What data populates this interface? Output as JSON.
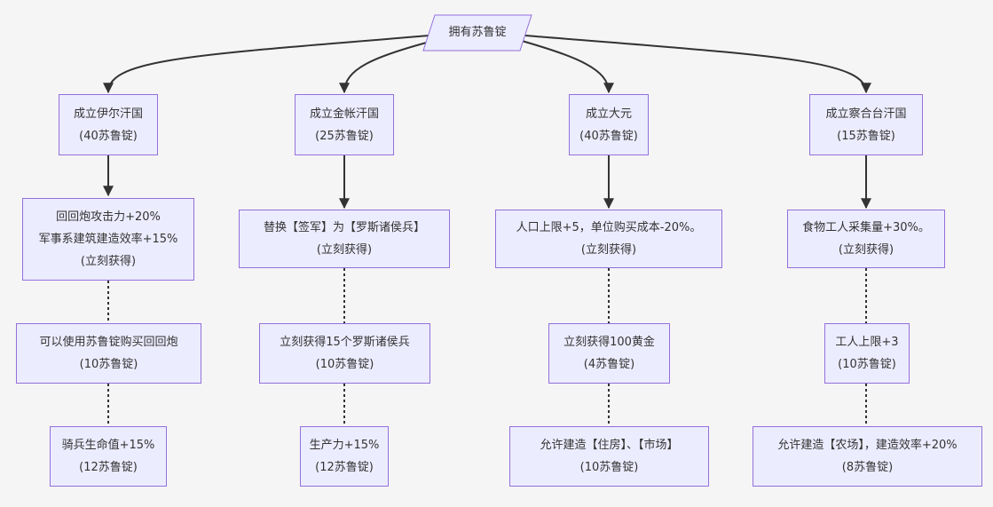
{
  "diagram": {
    "root": {
      "label": "拥有苏鲁锭"
    },
    "branches": [
      {
        "head": {
          "line1": "成立伊尔汗国",
          "line2": "(40苏鲁锭)"
        },
        "effect": {
          "line1": "回回炮攻击力+20%",
          "line2": "军事系建筑建造效率+15%",
          "line3": "(立刻获得)"
        },
        "option1": {
          "line1": "可以使用苏鲁锭购买回回炮",
          "line2": "(10苏鲁锭)"
        },
        "option2": {
          "line1": "骑兵生命值+15%",
          "line2": "(12苏鲁锭)"
        }
      },
      {
        "head": {
          "line1": "成立金帐汗国",
          "line2": "(25苏鲁锭)"
        },
        "effect": {
          "line1": "替换【签军】为【罗斯诸侯兵】",
          "line2": "(立刻获得)"
        },
        "option1": {
          "line1": "立刻获得15个罗斯诸侯兵",
          "line2": "(10苏鲁锭)"
        },
        "option2": {
          "line1": "生产力+15%",
          "line2": "(12苏鲁锭)"
        }
      },
      {
        "head": {
          "line1": "成立大元",
          "line2": "(40苏鲁锭)"
        },
        "effect": {
          "line1": "人口上限+5，单位购买成本-20%。",
          "line2": "(立刻获得)"
        },
        "option1": {
          "line1": "立刻获得100黄金",
          "line2": "(4苏鲁锭)"
        },
        "option2": {
          "line1": "允许建造【住房】、【市场】",
          "line2": "(10苏鲁锭)"
        }
      },
      {
        "head": {
          "line1": "成立察合台汗国",
          "line2": "(15苏鲁锭)"
        },
        "effect": {
          "line1": "食物工人采集量+30%。",
          "line2": "(立刻获得)"
        },
        "option1": {
          "line1": "工人上限+3",
          "line2": "(10苏鲁锭)"
        },
        "option2": {
          "line1": "允许建造【农场】，建造效率+20%",
          "line2": "(8苏鲁锭)"
        }
      }
    ]
  },
  "colors": {
    "node_fill": "#ececff",
    "node_border": "#9370db",
    "edge": "#333333",
    "text": "#333333",
    "background": "#f5f5f5"
  }
}
